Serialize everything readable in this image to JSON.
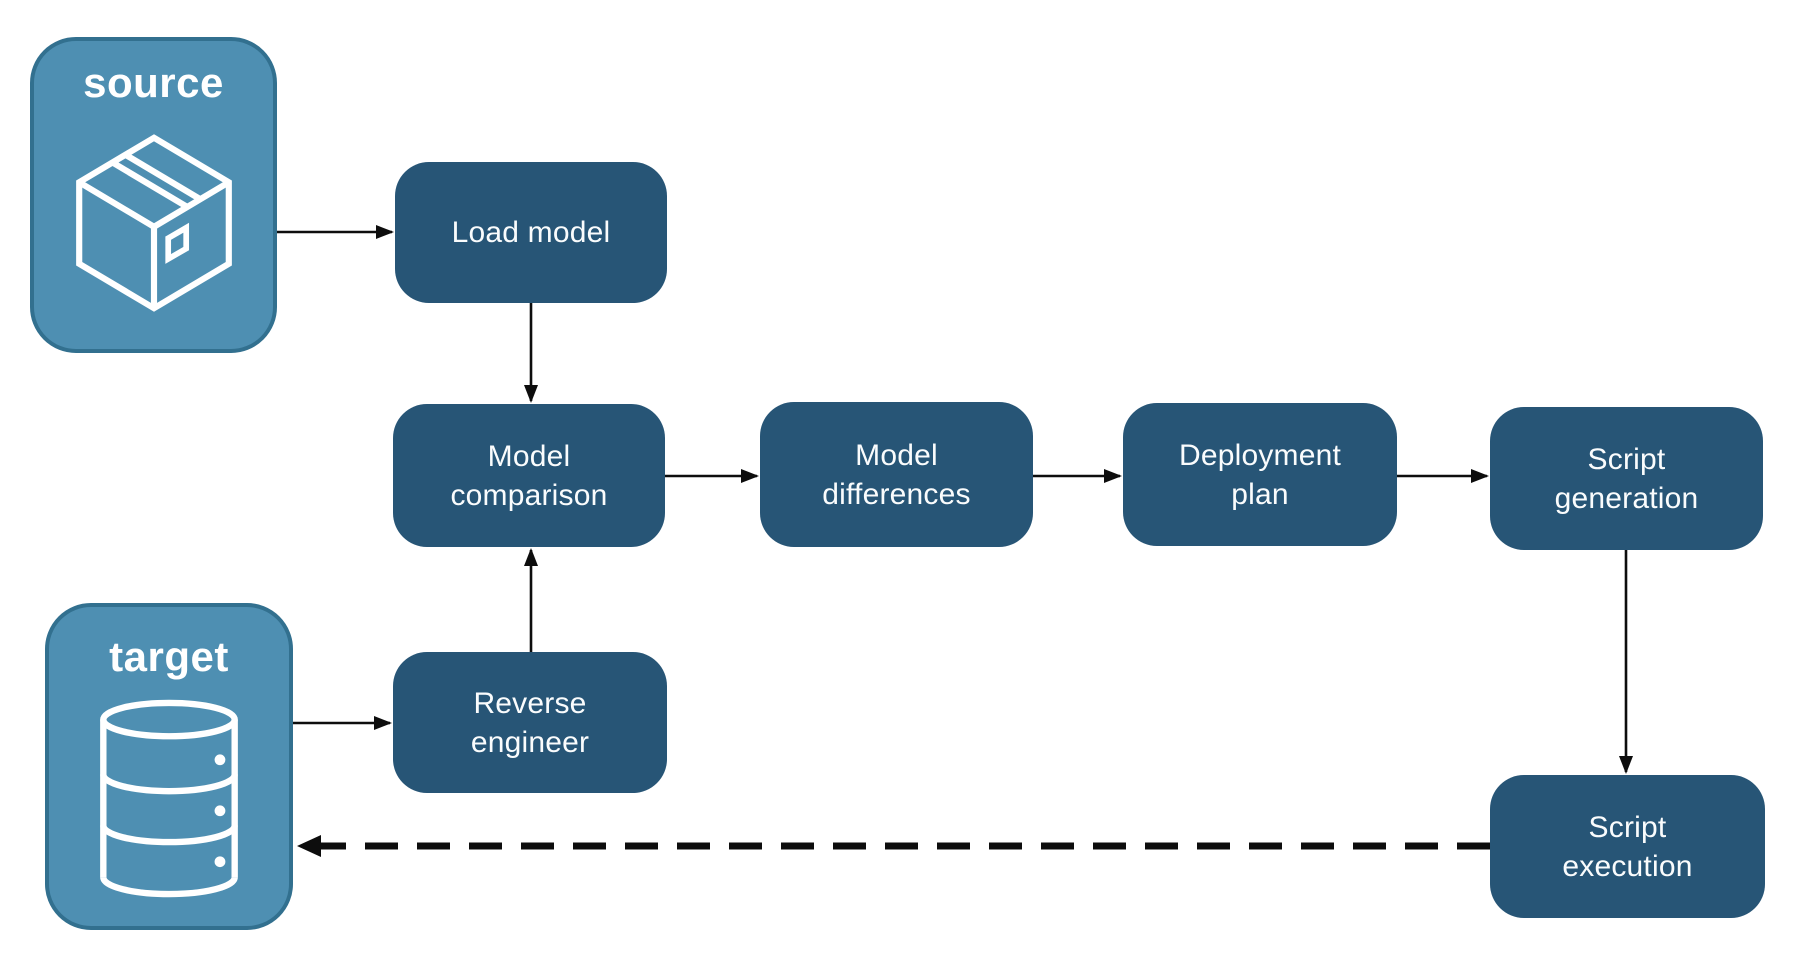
{
  "diagram": {
    "title": "",
    "colors": {
      "background": "#ffffff",
      "node_fill": "#275576",
      "node_text": "#fafcfd",
      "entity_fill": "#4e8fb2",
      "entity_border": "#32708f",
      "entity_text": "#ffffff",
      "arrow": "#0d0d0d"
    },
    "entities": {
      "source": {
        "label": "source",
        "icon": "package-icon"
      },
      "target": {
        "label": "target",
        "icon": "database-icon"
      }
    },
    "nodes": {
      "load_model": {
        "label": "Load model"
      },
      "model_comparison": {
        "label": "Model\ncomparison"
      },
      "model_differences": {
        "label": "Model\ndifferences"
      },
      "deployment_plan": {
        "label": "Deployment\nplan"
      },
      "script_generation": {
        "label": "Script\ngeneration"
      },
      "reverse_engineer": {
        "label": "Reverse\nengineer"
      },
      "script_execution": {
        "label": "Script\nexecution"
      }
    },
    "edges": [
      {
        "from": "source",
        "to": "load_model",
        "style": "solid"
      },
      {
        "from": "load_model",
        "to": "model_comparison",
        "style": "solid"
      },
      {
        "from": "model_comparison",
        "to": "model_differences",
        "style": "solid"
      },
      {
        "from": "model_differences",
        "to": "deployment_plan",
        "style": "solid"
      },
      {
        "from": "deployment_plan",
        "to": "script_generation",
        "style": "solid"
      },
      {
        "from": "script_generation",
        "to": "script_execution",
        "style": "solid"
      },
      {
        "from": "target",
        "to": "reverse_engineer",
        "style": "solid"
      },
      {
        "from": "reverse_engineer",
        "to": "model_comparison",
        "style": "solid"
      },
      {
        "from": "script_execution",
        "to": "target",
        "style": "dashed"
      }
    ]
  }
}
